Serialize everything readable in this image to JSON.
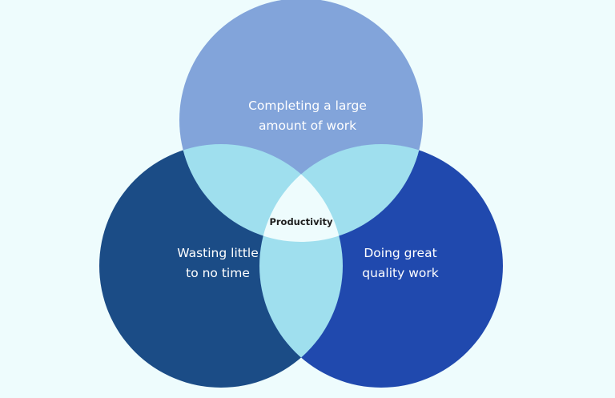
{
  "diagram": {
    "type": "venn-3",
    "circles": [
      {
        "id": "top",
        "label_lines": [
          "Completing a large",
          "amount of work"
        ],
        "color": "#82a4da"
      },
      {
        "id": "left",
        "label_lines": [
          "Wasting little",
          "to no time"
        ],
        "color": "#1b4c86"
      },
      {
        "id": "right",
        "label_lines": [
          "Doing great",
          "quality work"
        ],
        "color": "#2049ae"
      }
    ],
    "pair_overlap_color": "#9fdfee",
    "center_overlap_color": "#eefcfd",
    "center_label": "Productivity",
    "background": "#eefcfd"
  }
}
